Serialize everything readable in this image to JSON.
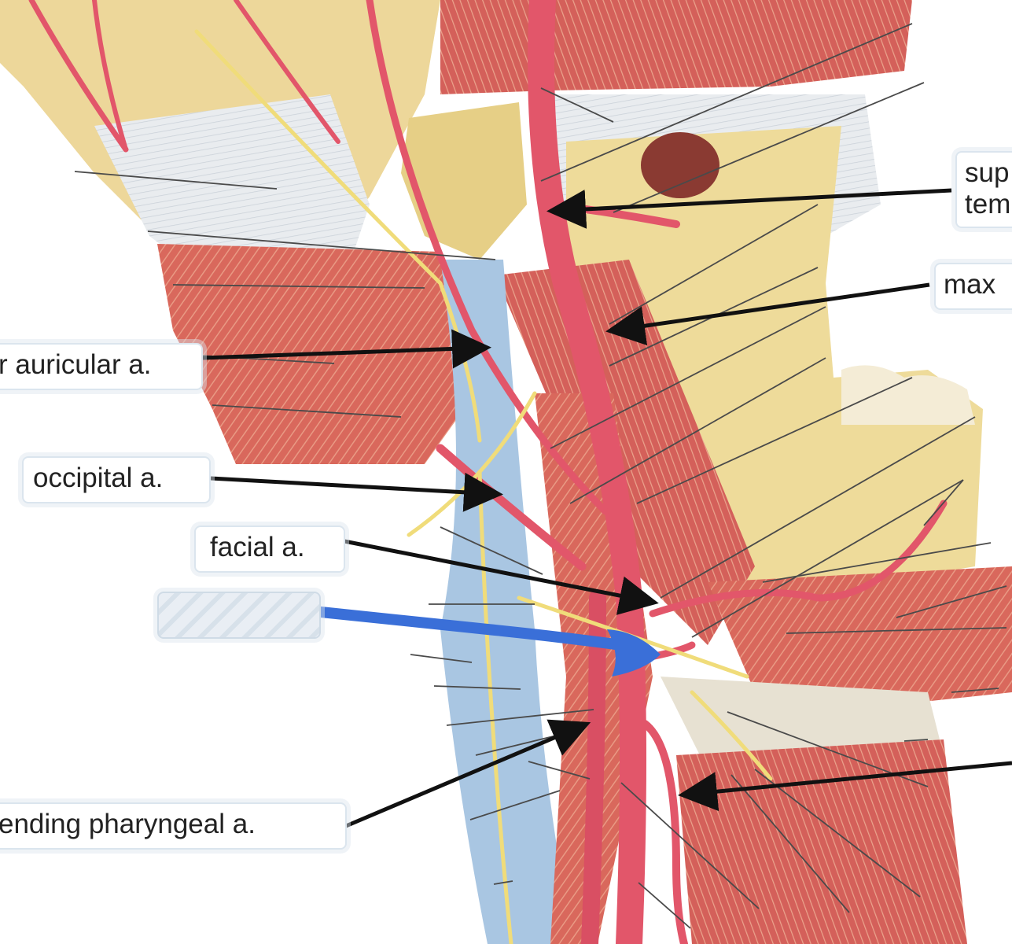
{
  "figure": {
    "description_hint": "",
    "colors": {
      "artery": "#e2566a",
      "artery_dark": "#b83447",
      "vein": "#a9c6e2",
      "nerve": "#f0dc7a",
      "muscle": "#d9685c",
      "muscle_light": "#e99a84",
      "bone": "#eedb9a",
      "fascia": "#e7eaee",
      "leader_line": "#4a4a4a",
      "arrow": "#111111",
      "blue_arrow": "#3a6fd8",
      "label_border": "#dbe5ee",
      "blank_fill": "#dfe6ee"
    }
  },
  "labels": [
    {
      "id": "superficial-temporal",
      "line1": "sup",
      "line2": "tem"
    },
    {
      "id": "maxillary",
      "text": "max"
    },
    {
      "id": "posterior-auricular",
      "text": "r auricular a."
    },
    {
      "id": "occipital",
      "text": "occipital a."
    },
    {
      "id": "facial",
      "text": "facial a."
    },
    {
      "id": "blank",
      "text": ""
    },
    {
      "id": "ascending-pharyngeal",
      "text": "ending pharyngeal a."
    }
  ]
}
